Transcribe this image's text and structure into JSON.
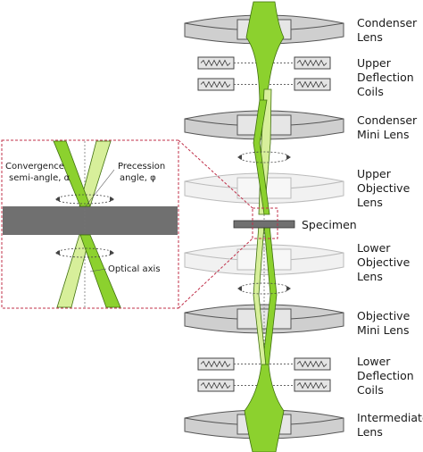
{
  "labels": {
    "condenser_lens": [
      "Condenser",
      "Lens"
    ],
    "upper_deflection_coils": [
      "Upper",
      "Deflection",
      "Coils"
    ],
    "condenser_mini_lens": [
      "Condenser",
      "Mini Lens"
    ],
    "upper_objective_lens": [
      "Upper",
      "Objective",
      "Lens"
    ],
    "specimen": "Specimen",
    "lower_objective_lens": [
      "Lower",
      "Objective",
      "Lens"
    ],
    "objective_mini_lens": [
      "Objective",
      "Mini Lens"
    ],
    "lower_deflection_coils": [
      "Lower",
      "Deflection",
      "Coils"
    ],
    "intermediate_lens": [
      "Intermediate",
      "Lens"
    ]
  },
  "inset": {
    "convergence": [
      "Convergence",
      "semi-angle, α"
    ],
    "precession": [
      "Precession",
      "angle, φ"
    ],
    "optical_axis": "Optical axis"
  },
  "colors": {
    "beam": "#8cd12e",
    "beam_light": "#d7ef9a",
    "beam_edge": "#3f6f0e",
    "lens_dark": "#d0d0d0",
    "lens_faded": "#f0f0f0",
    "specimen": "#707070",
    "inset_border": "#c0304a"
  }
}
